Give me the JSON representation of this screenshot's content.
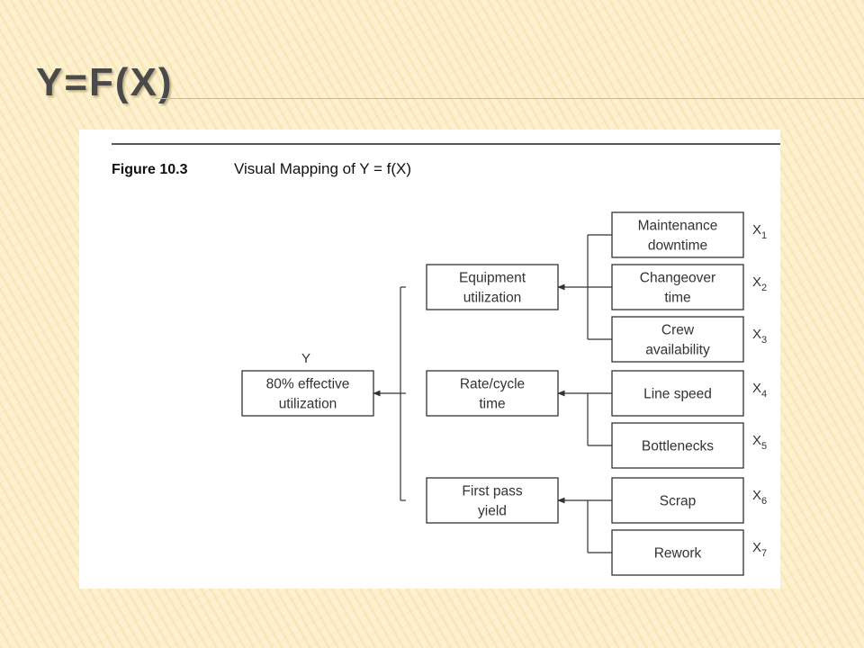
{
  "slide": {
    "title": "Y=F(X)"
  },
  "figure": {
    "number": "Figure 10.3",
    "caption": "Visual Mapping of Y = f(X)",
    "y_label": "Y",
    "root": {
      "lines": [
        "80% effective",
        "utilization"
      ]
    },
    "groups": [
      {
        "lines": [
          "Equipment",
          "utilization"
        ],
        "factors": [
          {
            "lines": [
              "Maintenance",
              "downtime"
            ],
            "var": "X",
            "sub": "1"
          },
          {
            "lines": [
              "Changeover",
              "time"
            ],
            "var": "X",
            "sub": "2"
          },
          {
            "lines": [
              "Crew",
              "availability"
            ],
            "var": "X",
            "sub": "3"
          }
        ]
      },
      {
        "lines": [
          "Rate/cycle",
          "time"
        ],
        "factors": [
          {
            "lines": [
              "Line speed"
            ],
            "var": "X",
            "sub": "4"
          },
          {
            "lines": [
              "Bottlenecks"
            ],
            "var": "X",
            "sub": "5"
          }
        ]
      },
      {
        "lines": [
          "First pass",
          "yield"
        ],
        "factors": [
          {
            "lines": [
              "Scrap"
            ],
            "var": "X",
            "sub": "6"
          },
          {
            "lines": [
              "Rework"
            ],
            "var": "X",
            "sub": "7"
          }
        ]
      }
    ]
  }
}
